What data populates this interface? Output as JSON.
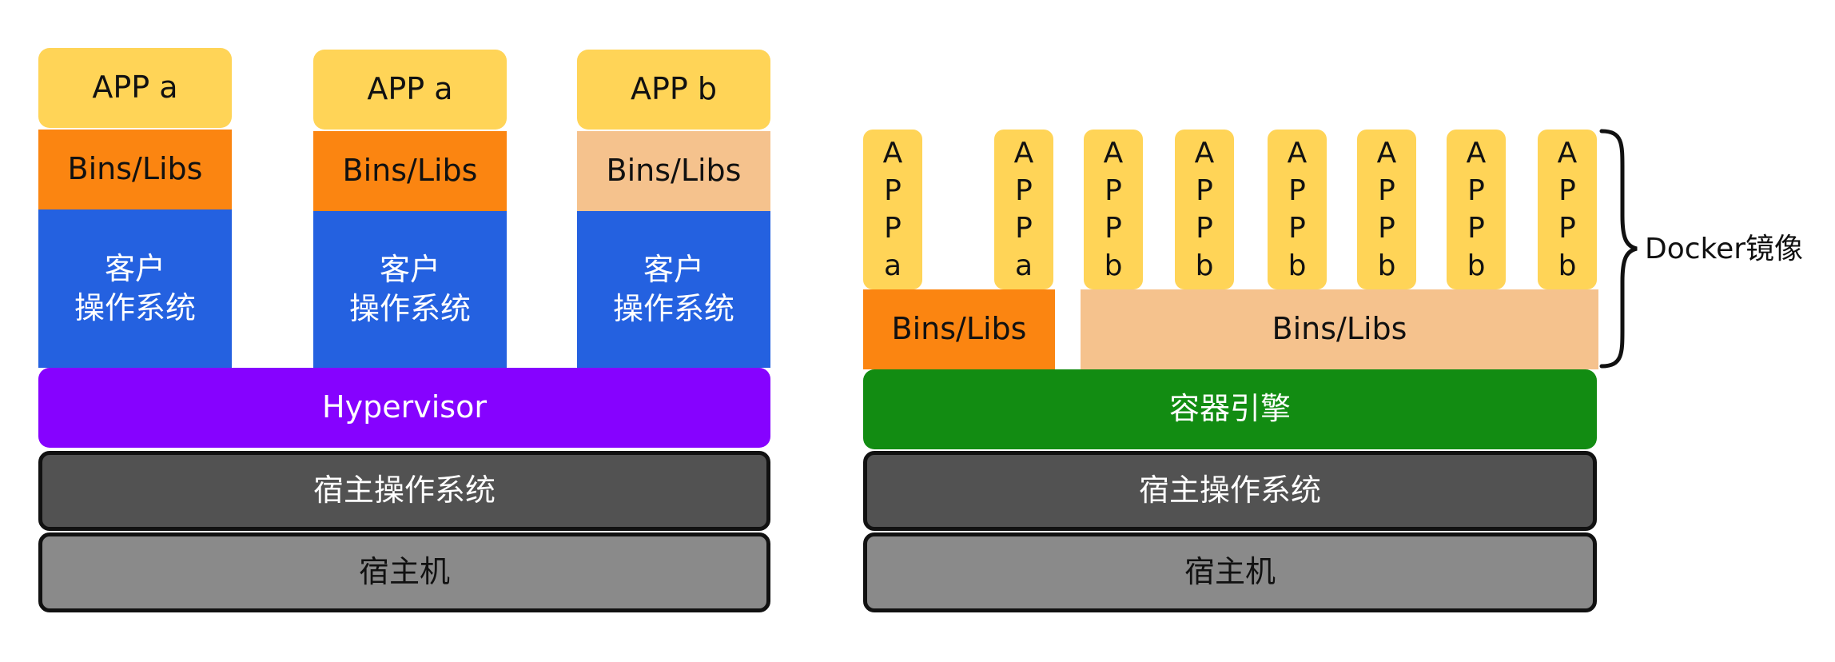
{
  "left": {
    "apps": [
      "APP a",
      "APP a",
      "APP b"
    ],
    "bins": [
      "Bins/Libs",
      "Bins/Libs",
      "Bins/Libs"
    ],
    "guest_os": [
      "客户\n操作系统",
      "客户\n操作系统",
      "客户\n操作系统"
    ],
    "hypervisor": "Hypervisor",
    "host_os": "宿主操作系统",
    "host": "宿主机"
  },
  "right": {
    "apps": [
      "APPa",
      "APPa",
      "APPb",
      "APPb",
      "APPb",
      "APPb",
      "APPb",
      "APPb"
    ],
    "bins": [
      "Bins/Libs",
      "Bins/Libs"
    ],
    "engine": "容器引擎",
    "host_os": "宿主操作系统",
    "host": "宿主机",
    "image_label": "Docker镜像"
  },
  "colors": {
    "app": "#ffd457",
    "bins_dark": "#fb8511",
    "bins_light": "#f5c28d",
    "guest_os": "#2461e0",
    "hypervisor": "#8602ff",
    "engine": "#128c12",
    "host_os": "#525252",
    "host": "#8a8a8a"
  }
}
